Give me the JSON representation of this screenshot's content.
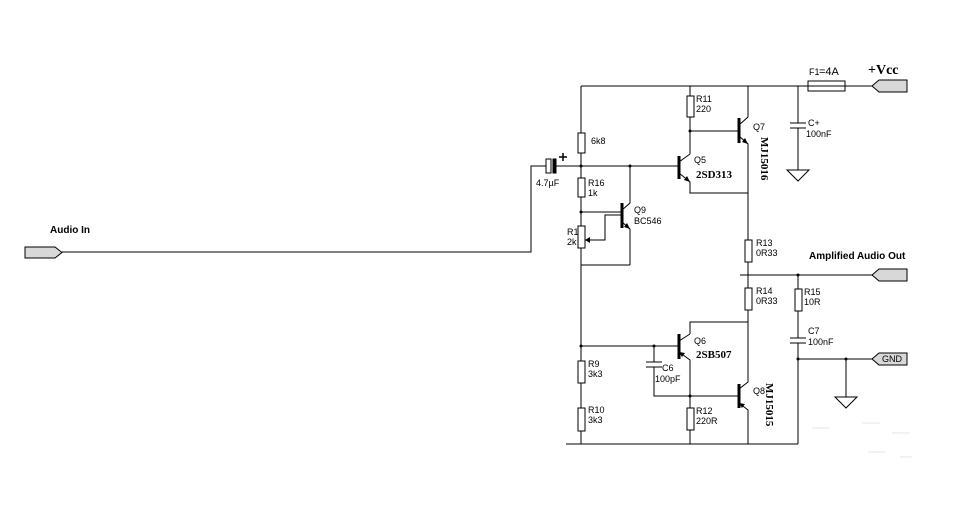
{
  "ports": {
    "audio_in": "Audio In",
    "amplified_out": "Amplified Audio Out",
    "vcc": "+Vcc",
    "gnd": "GND"
  },
  "parts": {
    "f1_ref": "F1",
    "f1_val": "=4A",
    "c_in_val": "4.7µF",
    "r_6k8": "6k8",
    "r16_ref": "R16",
    "r16_val": "1k",
    "r1_ref": "R1",
    "r1_val": "2k",
    "q9_ref": "Q9",
    "q9_val": "BC546",
    "r11_ref": "R11",
    "r11_val": "220",
    "q7_ref": "Q7",
    "q7_val": "MJ15016",
    "q5_ref": "Q5",
    "q5_val": "2SD313",
    "cplus_ref": "C+",
    "cplus_val": "100nF",
    "r13_ref": "R13",
    "r13_val": "0R33",
    "r14_ref": "R14",
    "r14_val": "0R33",
    "r15_ref": "R15",
    "r15_val": "10R",
    "c7_ref": "C7",
    "c7_val": "100nF",
    "q6_ref": "Q6",
    "q6_val": "2SB507",
    "c6_ref": "C6",
    "c6_val": "100pF",
    "q8_ref": "Q8",
    "q8_val": "MJ15015",
    "r9_ref": "R9",
    "r9_val": "3k3",
    "r10_ref": "R10",
    "r10_val": "3k3",
    "r12_ref": "R12",
    "r12_val": "220R"
  }
}
